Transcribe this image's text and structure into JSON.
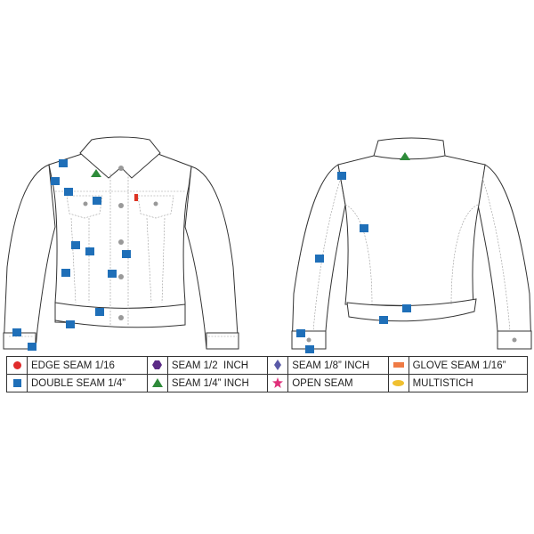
{
  "diagram": {
    "views": [
      "front",
      "back"
    ],
    "marker_colors": {
      "double_seam": "#1f6fb8",
      "seam_quarter_inch": "#2e8b3a"
    }
  },
  "legend": {
    "items": [
      {
        "label": "EDGE SEAM 1/16",
        "symbol": "circle",
        "color": "#e02b2b"
      },
      {
        "label": "SEAM 1/2  INCH",
        "symbol": "hexagon",
        "color": "#5b2a86"
      },
      {
        "label": "SEAM 1/8” INCH",
        "symbol": "diamond",
        "color": "#5a5aa8"
      },
      {
        "label": "GLOVE SEAM 1/16”",
        "symbol": "rectangle",
        "color": "#ef7b45"
      },
      {
        "label": "DOUBLE SEAM 1/4”",
        "symbol": "square",
        "color": "#1f6fb8"
      },
      {
        "label": "SEAM 1/4” INCH",
        "symbol": "triangle",
        "color": "#2e8b3a"
      },
      {
        "label": "OPEN SEAM",
        "symbol": "star",
        "color": "#e0307a"
      },
      {
        "label": "MULTISTICH",
        "symbol": "ellipse",
        "color": "#f0c030"
      }
    ]
  }
}
